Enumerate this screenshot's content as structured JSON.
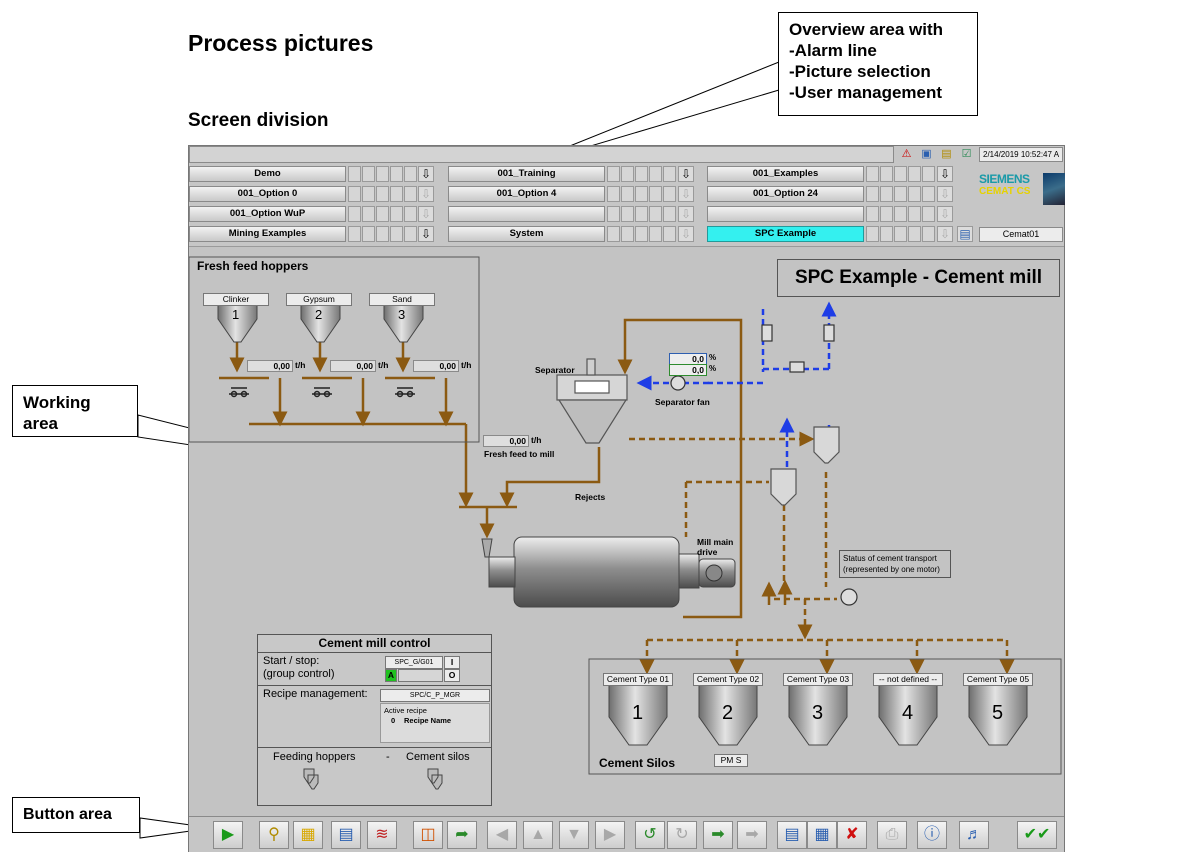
{
  "doc": {
    "title": "Process pictures",
    "subtitle": "Screen division",
    "callouts": {
      "overview": [
        "Overview area with",
        "-Alarm line",
        "-Picture selection",
        "-User management"
      ],
      "working": [
        "Working",
        "area"
      ],
      "button": "Button area"
    }
  },
  "overview": {
    "datetime": "2/14/2019 10:52:47 A",
    "nav_rows": [
      [
        "Demo",
        "001_Training",
        "001_Examples"
      ],
      [
        "001_Option 0",
        "001_Option 4",
        "001_Option 24"
      ],
      [
        "001_Option WuP",
        "",
        ""
      ],
      [
        "Mining Examples",
        "System",
        "SPC Example"
      ]
    ],
    "active_button": "SPC Example",
    "logo": {
      "brand": "SIEMENS",
      "product": "CEMAT CS"
    },
    "user": "Cemat01",
    "colors": {
      "active": "#34f0ef",
      "background": "#c6c6c6"
    }
  },
  "work": {
    "picture_title": "SPC Example - Cement mill",
    "fresh_feed": {
      "title": "Fresh feed hoppers",
      "hoppers": [
        {
          "label": "Clinker",
          "num": "1",
          "value": "0,00",
          "unit": "t/h"
        },
        {
          "label": "Gypsum",
          "num": "2",
          "value": "0,00",
          "unit": "t/h"
        },
        {
          "label": "Sand",
          "num": "3",
          "value": "0,00",
          "unit": "t/h"
        }
      ],
      "total_value": "0,00",
      "total_unit": "t/h",
      "total_label": "Fresh feed to mill"
    },
    "separator": {
      "label": "Separator",
      "fan": "Separator fan",
      "val1": "0,0",
      "val2": "0,0",
      "unit": "%"
    },
    "rejects": "Rejects",
    "mill_drive": "Mill main drive",
    "transport_note": [
      "Status of cement transport",
      "(represented by one motor)"
    ],
    "silos": {
      "title": "Cement Silos",
      "tag": "PM S",
      "items": [
        {
          "label": "Cement Type 01",
          "num": "1"
        },
        {
          "label": "Cement Type 02",
          "num": "2"
        },
        {
          "label": "Cement Type 03",
          "num": "3"
        },
        {
          "label": "-- not defined --",
          "num": "4"
        },
        {
          "label": "Cement Type 05",
          "num": "5"
        }
      ]
    },
    "control": {
      "title": "Cement mill control",
      "start_label": "Start / stop:",
      "start_sub": "(group control)",
      "group_tag": "SPC_G/G01",
      "btn_on": "I",
      "btn_off": "O",
      "status": "A",
      "recipe_label": "Recipe management:",
      "recipe_tag": "SPC/C_P_MGR",
      "active_recipe": "Active recipe",
      "recipe_num": "0",
      "recipe_name": "Recipe Name",
      "feeding": "Feeding hoppers",
      "dash": "-",
      "silos": "Cement silos"
    }
  },
  "buttons": [
    "play-icon",
    "key-icon",
    "overview-icon",
    "report-icon",
    "trend-icon",
    "thermometer-icon",
    "export-icon",
    "arrow-left-icon",
    "arrow-up-icon",
    "arrow-down-icon",
    "arrow-right-icon",
    "refresh-icon",
    "redo-icon",
    "import-icon",
    "forward-icon",
    "open-icon",
    "save-icon",
    "delete-icon",
    "print-icon",
    "info-icon",
    "sound-icon",
    "acknowledge-icon"
  ]
}
